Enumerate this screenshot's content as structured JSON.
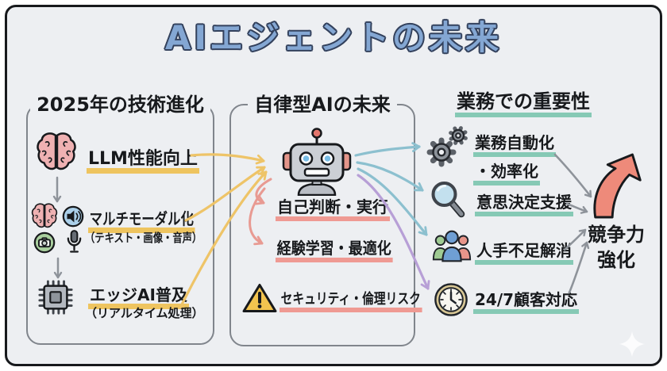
{
  "title": "AIエジェントの未来",
  "tech": {
    "header": "2025年の技術進化",
    "items": [
      {
        "icon": "brain-icon",
        "label": "LLM性能向上"
      },
      {
        "icon": "brain-icon, speaker-icon, camera-icon, microphone-icon",
        "label": "マルチモーダル化",
        "sub": "（テキスト・画像・音声）"
      },
      {
        "icon": "chip-icon",
        "label": "エッジAI普及",
        "sub": "（リアルタイム処理）"
      }
    ]
  },
  "autonomous": {
    "header": "自律型AIの未来",
    "center_icon": "robot-icon",
    "items": [
      {
        "label": "自己判断・実行"
      },
      {
        "label": "経験学習・最適化"
      },
      {
        "icon": "warning-icon",
        "label": "セキュリティ・倫理リスク"
      }
    ]
  },
  "business": {
    "header": "業務での重要性",
    "items": [
      {
        "icon": "gears-icon",
        "label": "業務自動化",
        "label2": "・効率化"
      },
      {
        "icon": "magnifier-icon",
        "label": "意思決定支援"
      },
      {
        "icon": "people-icon",
        "label": "人手不足解消"
      },
      {
        "icon": "clock-icon",
        "label": "24/7顧客対応"
      }
    ]
  },
  "outcome": {
    "line1": "競争力",
    "line2": "強化",
    "icon": "growth-arrow-icon"
  },
  "palette": {
    "canvas_bg": "#edeff2",
    "frame_border": "#17191c",
    "title_fill": "#84a7d3",
    "title_outline": "#33415c",
    "underline_yellow": "#eec45f",
    "underline_red": "#e8807d",
    "underline_pink": "#ef9a93",
    "underline_teal": "#86c9b5",
    "arrow_yellow": "#eec468",
    "arrow_pink": "#e89a92",
    "arrow_teal": "#8cc0cf",
    "arrow_purple": "#b79fd6",
    "arrow_gray": "#8e939a",
    "outcome_arrow": "#ee8a7a",
    "box_border": "#80858c"
  }
}
